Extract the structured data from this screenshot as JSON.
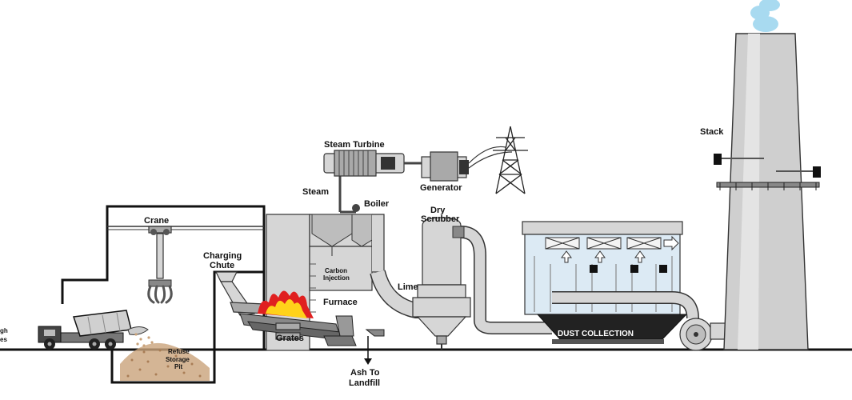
{
  "diagram": {
    "labels": {
      "steam_turbine": "Steam Turbine",
      "generator": "Generator",
      "steam": "Steam",
      "boiler": "Boiler",
      "crane": "Crane",
      "charging_chute_1": "Charging",
      "charging_chute_2": "Chute",
      "carbon_injection_1": "Carbon",
      "carbon_injection_2": "Injection",
      "furnace": "Furnace",
      "lime": "Lime",
      "dry_scrubber_1": "Dry",
      "dry_scrubber_2": "Scrubber",
      "dust_collection": "DUST COLLECTION",
      "stack": "Stack",
      "grates": "Grates",
      "refuse_storage_pit_1": "Refuse",
      "refuse_storage_pit_2": "Storage",
      "refuse_storage_pit_3": "Pit",
      "ash_to_landfill_1": "Ash To",
      "ash_to_landfill_2": "Landfill",
      "truck_text_1": "gh",
      "truck_text_2": "es"
    },
    "colors": {
      "metal": "#d6d6d6",
      "metal_dark": "#a9a9a9",
      "outline": "#333333",
      "bag_panel": "#dceaf4",
      "hopper": "#222222",
      "flame_red": "#e02020",
      "flame_yellow": "#ffd21a",
      "smoke": "#9fd6ef",
      "refuse": "#c9a27a"
    },
    "icons": {
      "pylon": "transmission-tower-icon",
      "truck": "dump-truck-icon",
      "fan": "fan-icon",
      "flame": "flame-icon"
    }
  }
}
